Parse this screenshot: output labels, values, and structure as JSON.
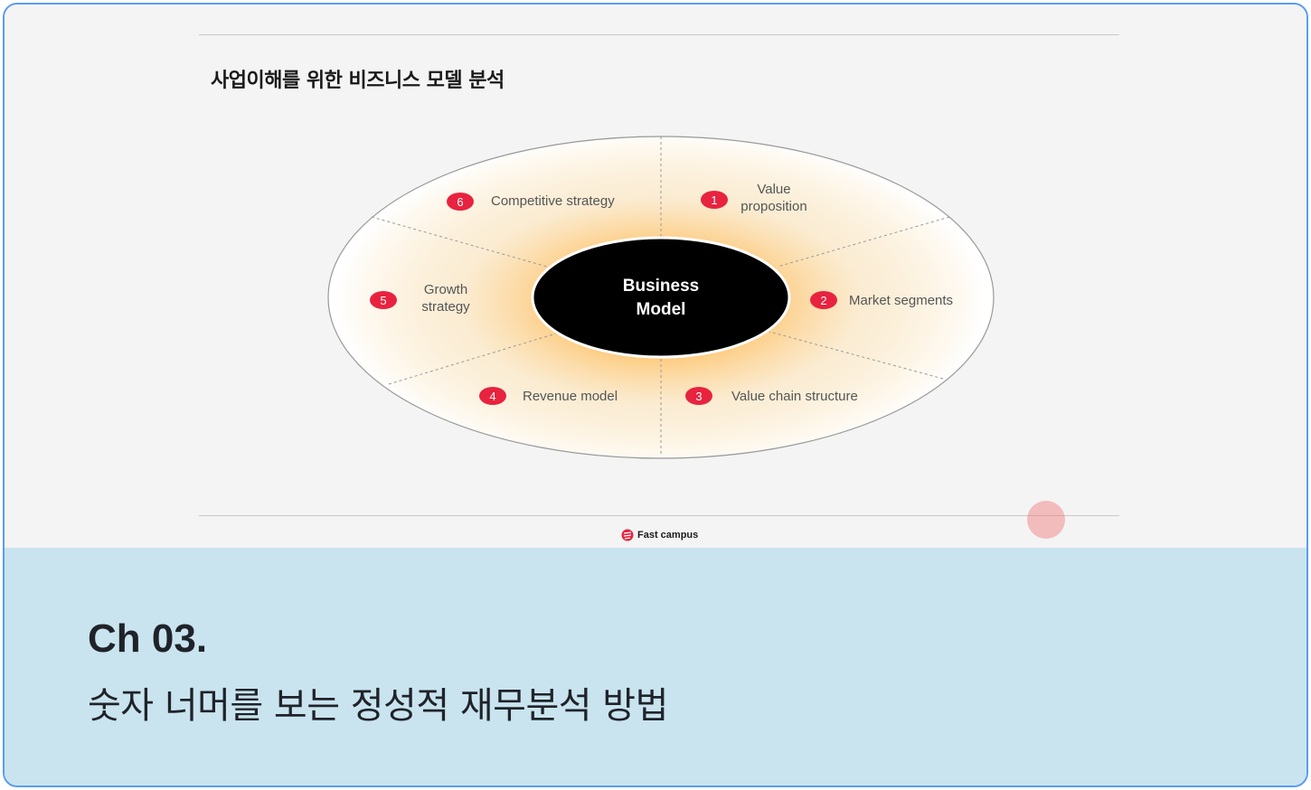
{
  "slide": {
    "title": "사업이해를 위한 비즈니스 모델 분석",
    "brand": "Fast campus"
  },
  "diagram": {
    "center_lines": [
      "Business",
      "Model"
    ],
    "segments": [
      {
        "number": "1",
        "lines": [
          "Value",
          "proposition"
        ]
      },
      {
        "number": "2",
        "lines": [
          "Market segments"
        ]
      },
      {
        "number": "3",
        "lines": [
          "Value chain structure"
        ]
      },
      {
        "number": "4",
        "lines": [
          "Revenue model"
        ]
      },
      {
        "number": "5",
        "lines": [
          "Growth",
          "strategy"
        ]
      },
      {
        "number": "6",
        "lines": [
          "Competitive strategy"
        ]
      }
    ],
    "colors": {
      "badge": "#e8233f",
      "glow": "#ffb347",
      "center": "#000000",
      "label": "#555555"
    }
  },
  "caption": {
    "chapter": "Ch 03.",
    "subtitle": "숫자 너머를 보는 정성적 재무분석 방법"
  }
}
